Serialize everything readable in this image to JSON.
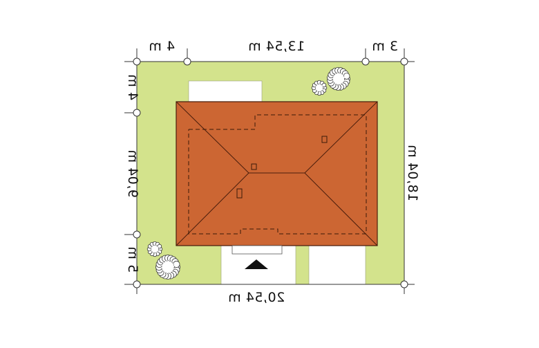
{
  "colors": {
    "plot": "#d3e38c",
    "roof": "#cc6633",
    "roof_outline": "#4a1e0c",
    "paving": "#ffffff",
    "dashed_outline": "#3a1a08",
    "entrance_marker": "#111111",
    "dimension_text": "#111111"
  },
  "dimensions": {
    "top_left": "4 m",
    "top_middle": "13,54 m",
    "top_right": "3 m",
    "bottom": "20,54 m",
    "left_top": "4 m",
    "left_middle": "9,04 m",
    "left_bottom": "5 m",
    "right": "18,04 m"
  },
  "icons": {
    "shrubs": "shrub-icon",
    "entrance": "entrance-arrow-icon"
  }
}
